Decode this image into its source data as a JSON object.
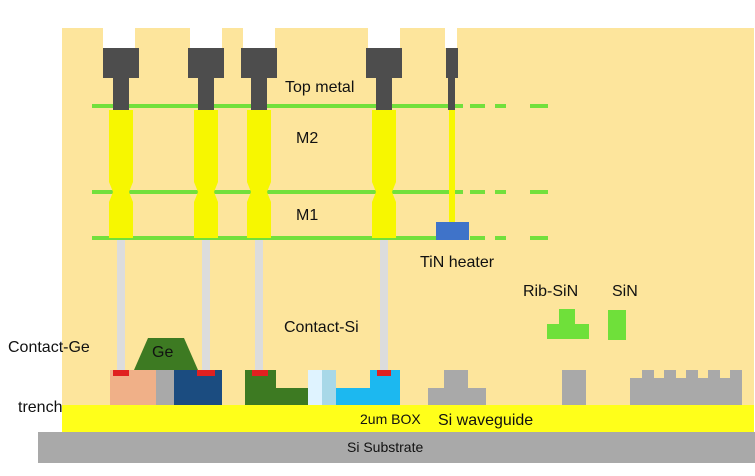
{
  "labels": {
    "top_metal": "Top metal",
    "m2": "M2",
    "m1": "M1",
    "tin_heater": "TiN heater",
    "rib_sin": "Rib-SiN",
    "sin": "SiN",
    "contact_si": "Contact-Si",
    "contact_ge": "Contact-Ge",
    "ge": "Ge",
    "trench": "trench",
    "box": "2um BOX",
    "si_waveguide": "Si waveguide",
    "si_substrate": "Si Substrate"
  },
  "colors": {
    "oxide": "#fde59c",
    "top_metal": "#4d4d4d",
    "metal_line": "#72e03c",
    "via": "#f7f700",
    "contact": "#dcdcdc",
    "tin_heater": "#3f73c9",
    "sin": "#6fe03a",
    "box": "#ffff1a",
    "substrate": "#a9a9a9",
    "ge": "#3d7a22",
    "doped_p": "#f0b088",
    "doped_n": "#1b4c80",
    "si_cyan": "#1cb8f0",
    "contact_pad": "#e02020",
    "si_gray": "#a9a9a9"
  }
}
